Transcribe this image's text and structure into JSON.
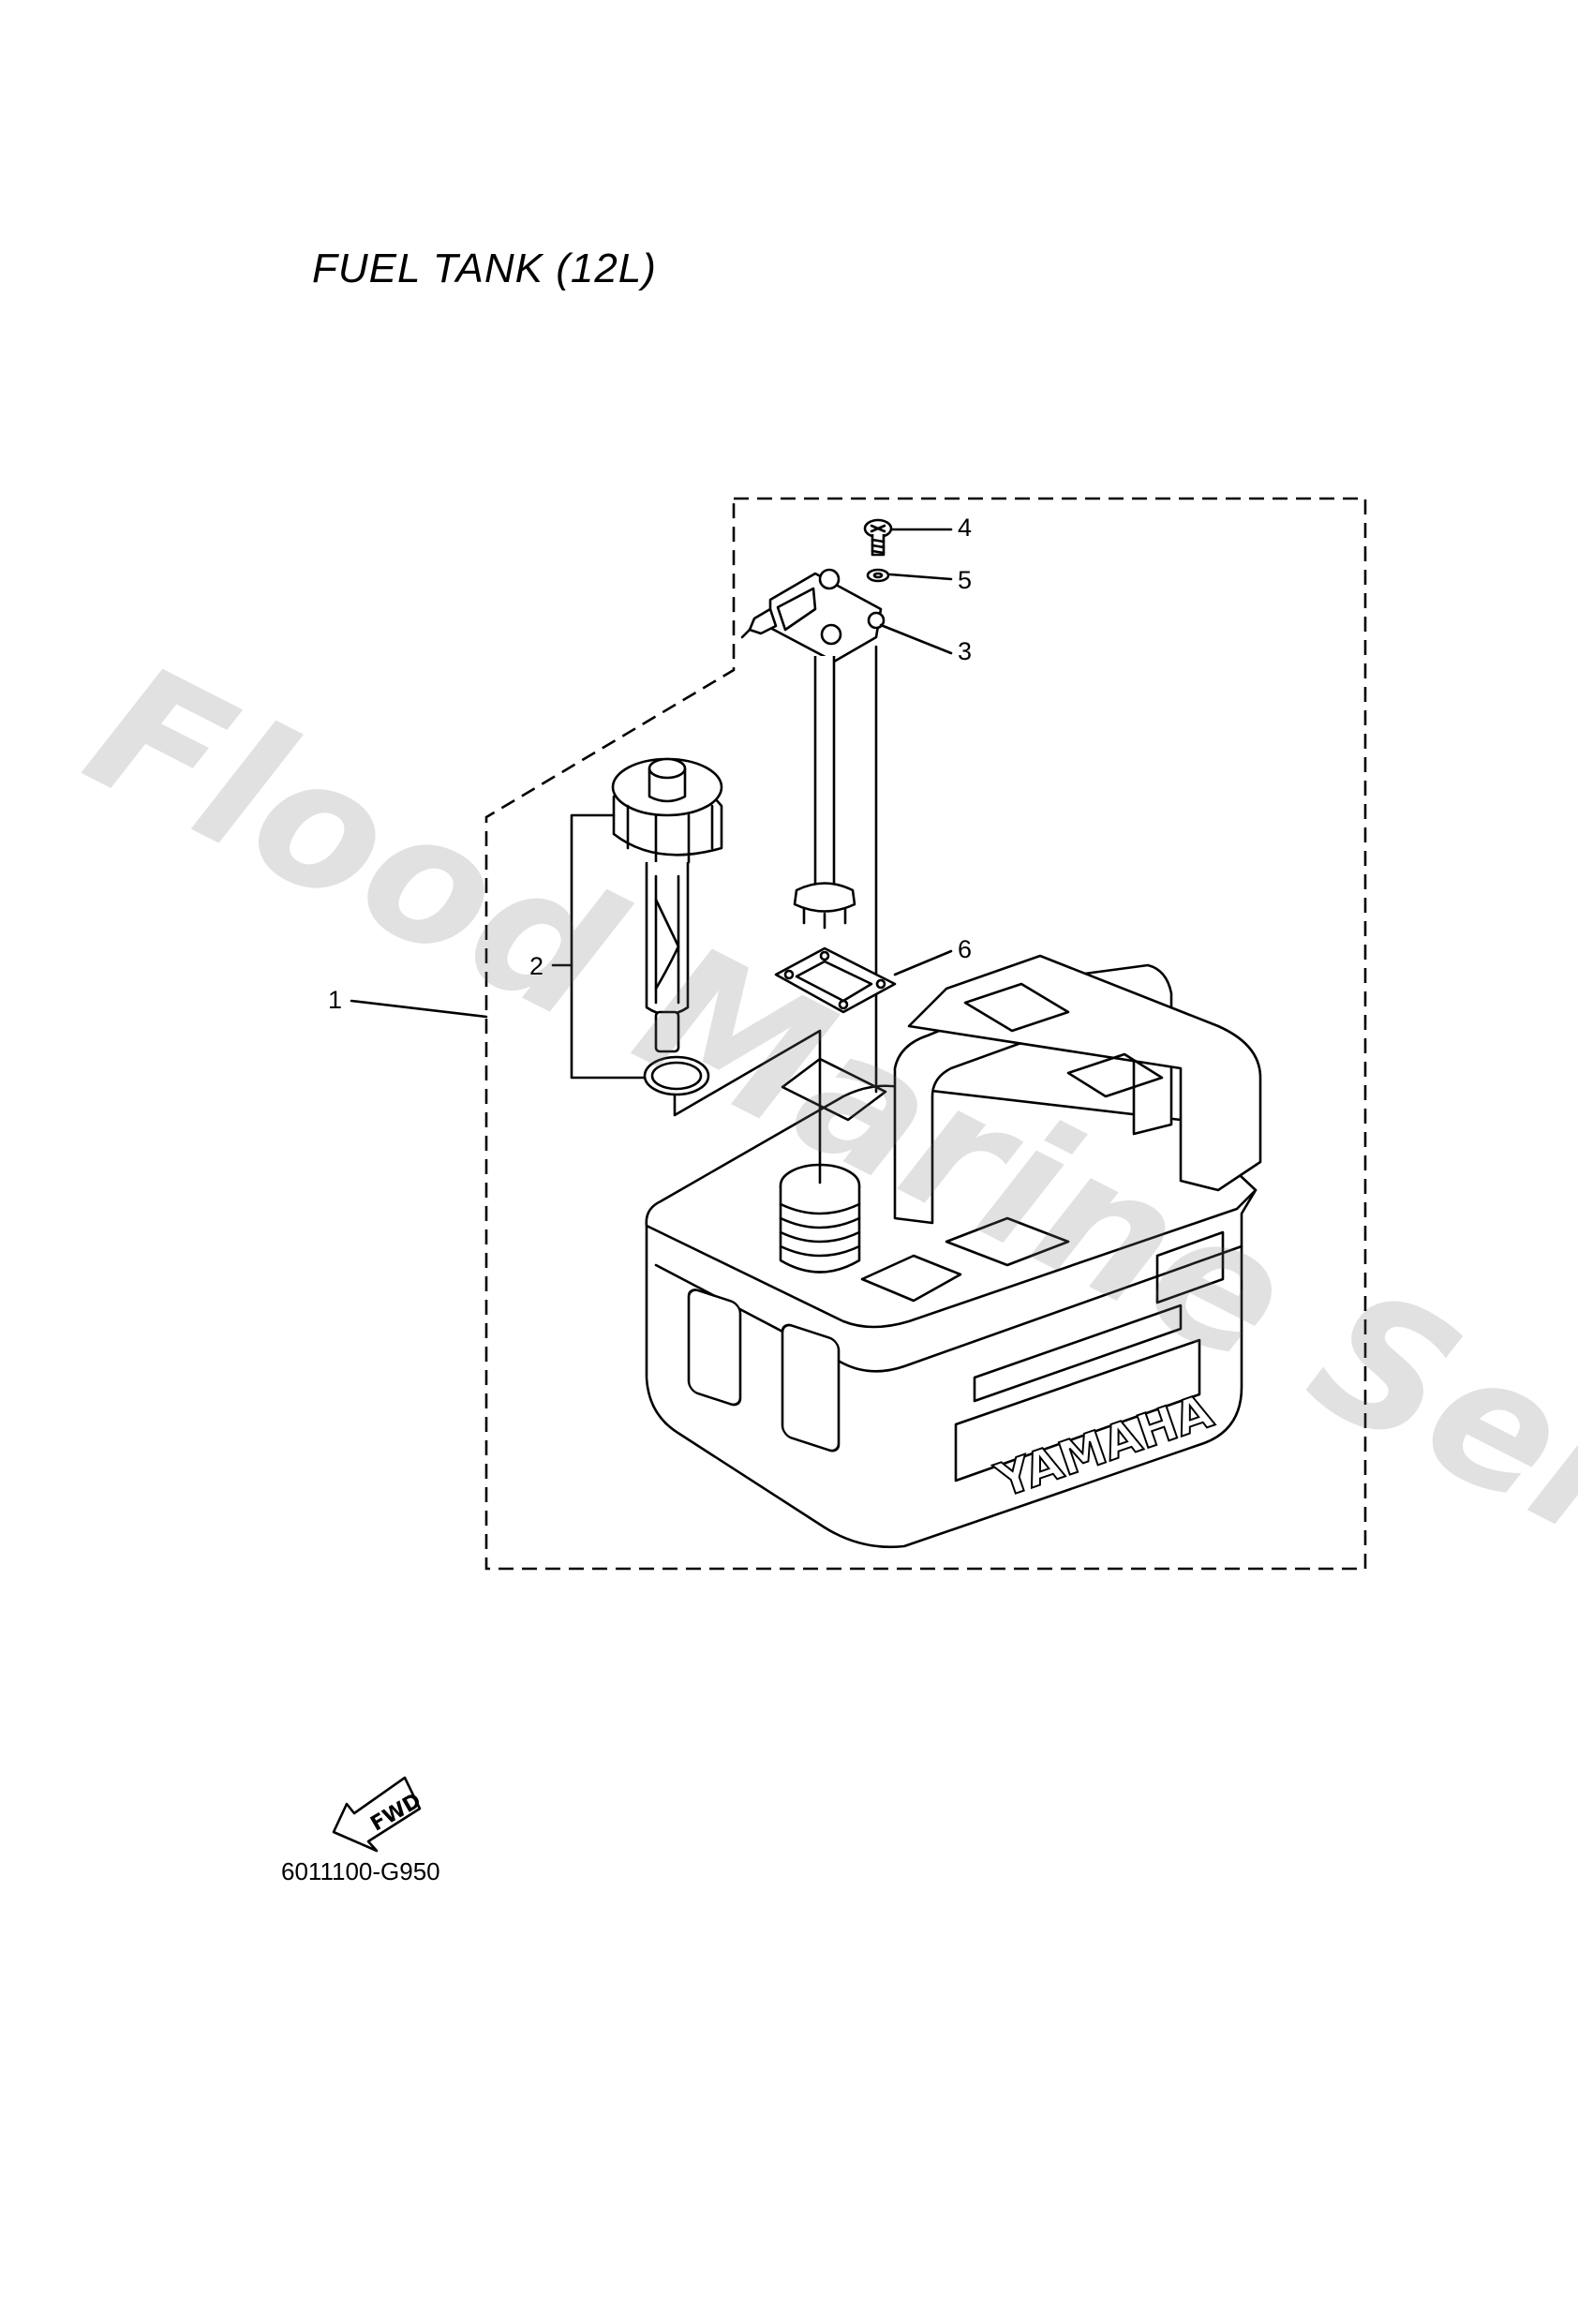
{
  "title": "FUEL TANK (12L)",
  "diagram_code": "6011100-G950",
  "fwd_label": "FWD",
  "tank_brand": "YAMAHA",
  "watermark": "Flood Marine Services",
  "callouts": [
    {
      "id": "1",
      "label": "1"
    },
    {
      "id": "2",
      "label": "2"
    },
    {
      "id": "3",
      "label": "3"
    },
    {
      "id": "4",
      "label": "4"
    },
    {
      "id": "5",
      "label": "5"
    },
    {
      "id": "6",
      "label": "6"
    }
  ]
}
